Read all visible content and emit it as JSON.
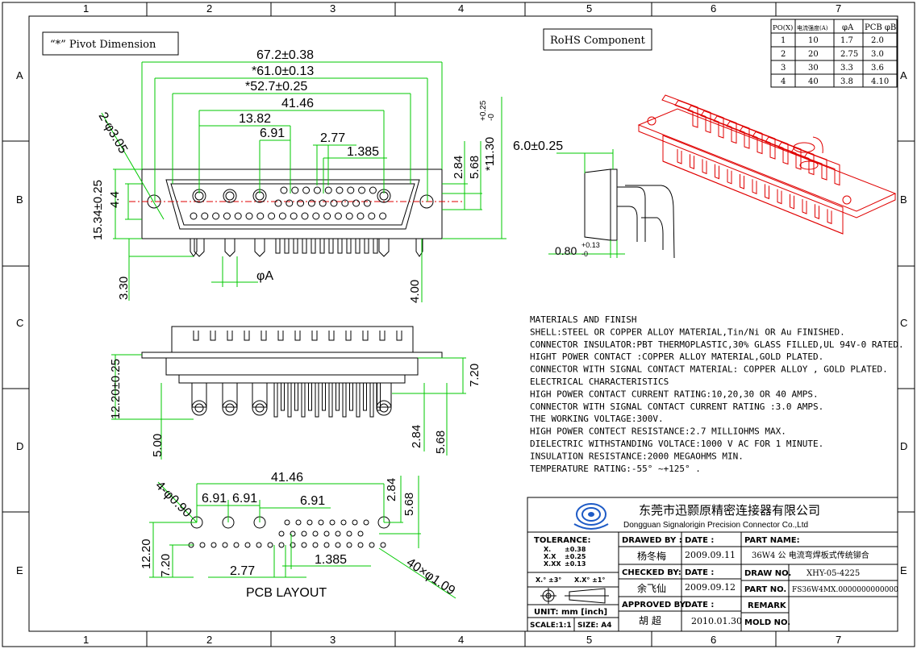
{
  "border": {
    "columns": [
      "1",
      "2",
      "3",
      "4",
      "5",
      "6",
      "7"
    ],
    "rows": [
      "A",
      "B",
      "C",
      "D",
      "E"
    ]
  },
  "labels": {
    "pivot": "“*” Pivot Dimension",
    "rohs": "RoHS  Component",
    "pcb_layout": "PCB LAYOUT"
  },
  "dims_front": {
    "d1": "67.2±0.38",
    "d2": "*61.0±0.13",
    "d3": "*52.7±0.25",
    "d4": "41.46",
    "d5": "13.82",
    "d6": "6.91",
    "d7": "2.77",
    "d8": "1.385",
    "holes": "2-φ3.05",
    "h1": "15.34±0.25",
    "h2": "4.4",
    "h3": "3.30",
    "h4": "4.00",
    "r1": "2.84",
    "r2": "5.68",
    "r3": "*11.30",
    "r3_tol_up": "+0.25",
    "r3_tol_dn": "-0",
    "phiA": "φA"
  },
  "dims_side": {
    "s1": "6.0±0.25",
    "s2": "0.80",
    "s2_up": "+0.13",
    "s2_dn": "-0"
  },
  "dims_bottom": {
    "b1": "12.20±0.25",
    "b2": "5.00",
    "b3": "7.20",
    "b4": "2.84",
    "b5": "5.68"
  },
  "dims_pcb": {
    "p1": "41.46",
    "p2": "6.91",
    "p3": "6.91",
    "p4": "6.91",
    "p5": "2.84",
    "p6": "5.68",
    "p7": "4-φ0.90",
    "p8": "12.20",
    "p9": "7.20",
    "p10": "2.77",
    "p11": "1.385",
    "p12": "40×φ1.09"
  },
  "po_table": {
    "headers": [
      "PO(X)",
      "电流强度(A)",
      "φA",
      "PCB φB"
    ],
    "rows": [
      [
        "1",
        "10",
        "1.7",
        "2.0"
      ],
      [
        "2",
        "20",
        "2.75",
        "3.0"
      ],
      [
        "3",
        "30",
        "3.3",
        "3.6"
      ],
      [
        "4",
        "40",
        "3.8",
        "4.10"
      ]
    ]
  },
  "notes": [
    "MATERIALS AND  FINISH",
    "SHELL:STEEL OR COPPER ALLOY MATERIAL,Tin/Ni OR Au FINISHED.",
    "CONNECTOR INSULATOR:PBT THERMOPLASTIC,30% GLASS FILLED,UL 94V-0 RATED.",
    "HIGHT POWER CONTACT :COPPER ALLOY MATERIAL,GOLD PLATED.",
    "CONNECTOR WITH SIGNAL CONTACT MATERIAL: COPPER ALLOY , GOLD PLATED.",
    "ELECTRICAL CHARACTERISTICS",
    "HIGH POWER CONTACT CURRENT RATING:10,20,30 OR 40 AMPS.",
    "CONNECTOR WITH SIGNAL CONTACT CURRENT RATING :3.0 AMPS.",
    "THE WORKING VOLTAGE:300V.",
    "HIGH POWER CONTECT RESISTANCE:2.7 MILLIOHMS MAX.",
    "DIELECTRIC WITHSTANDING VOLTACE:1000 V AC FOR 1 MINUTE.",
    "INSULATION RESISTANCE:2000 MEGAOHMS MIN.",
    "TEMPERATURE RATING:-55° ~+125° ."
  ],
  "title_block": {
    "company_cn": "东莞市迅颢原精密连接器有限公司",
    "company_en": "Dongguan Signalorigin Precision Connector Co.,Ltd",
    "tolerance": "TOLERANCE:",
    "tol_rows": [
      [
        "X.",
        "±0.38"
      ],
      [
        "X.X",
        "±0.25"
      ],
      [
        "X.XX",
        "±0.13"
      ]
    ],
    "tol_angle_1": "X.° ±3°",
    "tol_angle_2": "X.X° ±1°",
    "unit": "UNIT: mm [inch]",
    "scale": "SCALE:1:1",
    "size": "SIZE: A4",
    "drawed_by": "DRAWED BY :",
    "drawer": "杨冬梅",
    "checked_by": "CHECKED BY:",
    "checker": "余飞仙",
    "approved_by": "APPROVED BY:",
    "approver": "胡  超",
    "date_label": "DATE :",
    "date1": "2009.09.11",
    "date2": "2009.09.12",
    "date3": "2010.01.30",
    "part_name_label": "PART NAME:",
    "part_name": "36W4 公 电流弯焊板式传统铆合",
    "draw_no_label": "DRAW NO.",
    "draw_no": "XHY-05-4225",
    "part_no_label": "PART NO.",
    "part_no": "FS36W4MX.0000000000000",
    "remark_label": "REMARK",
    "mold_no_label": "MOLD NO."
  },
  "colors": {
    "dimension": "#00c800",
    "outline": "#000000",
    "iso": "#e00000",
    "logo": "#1e5bc6"
  }
}
